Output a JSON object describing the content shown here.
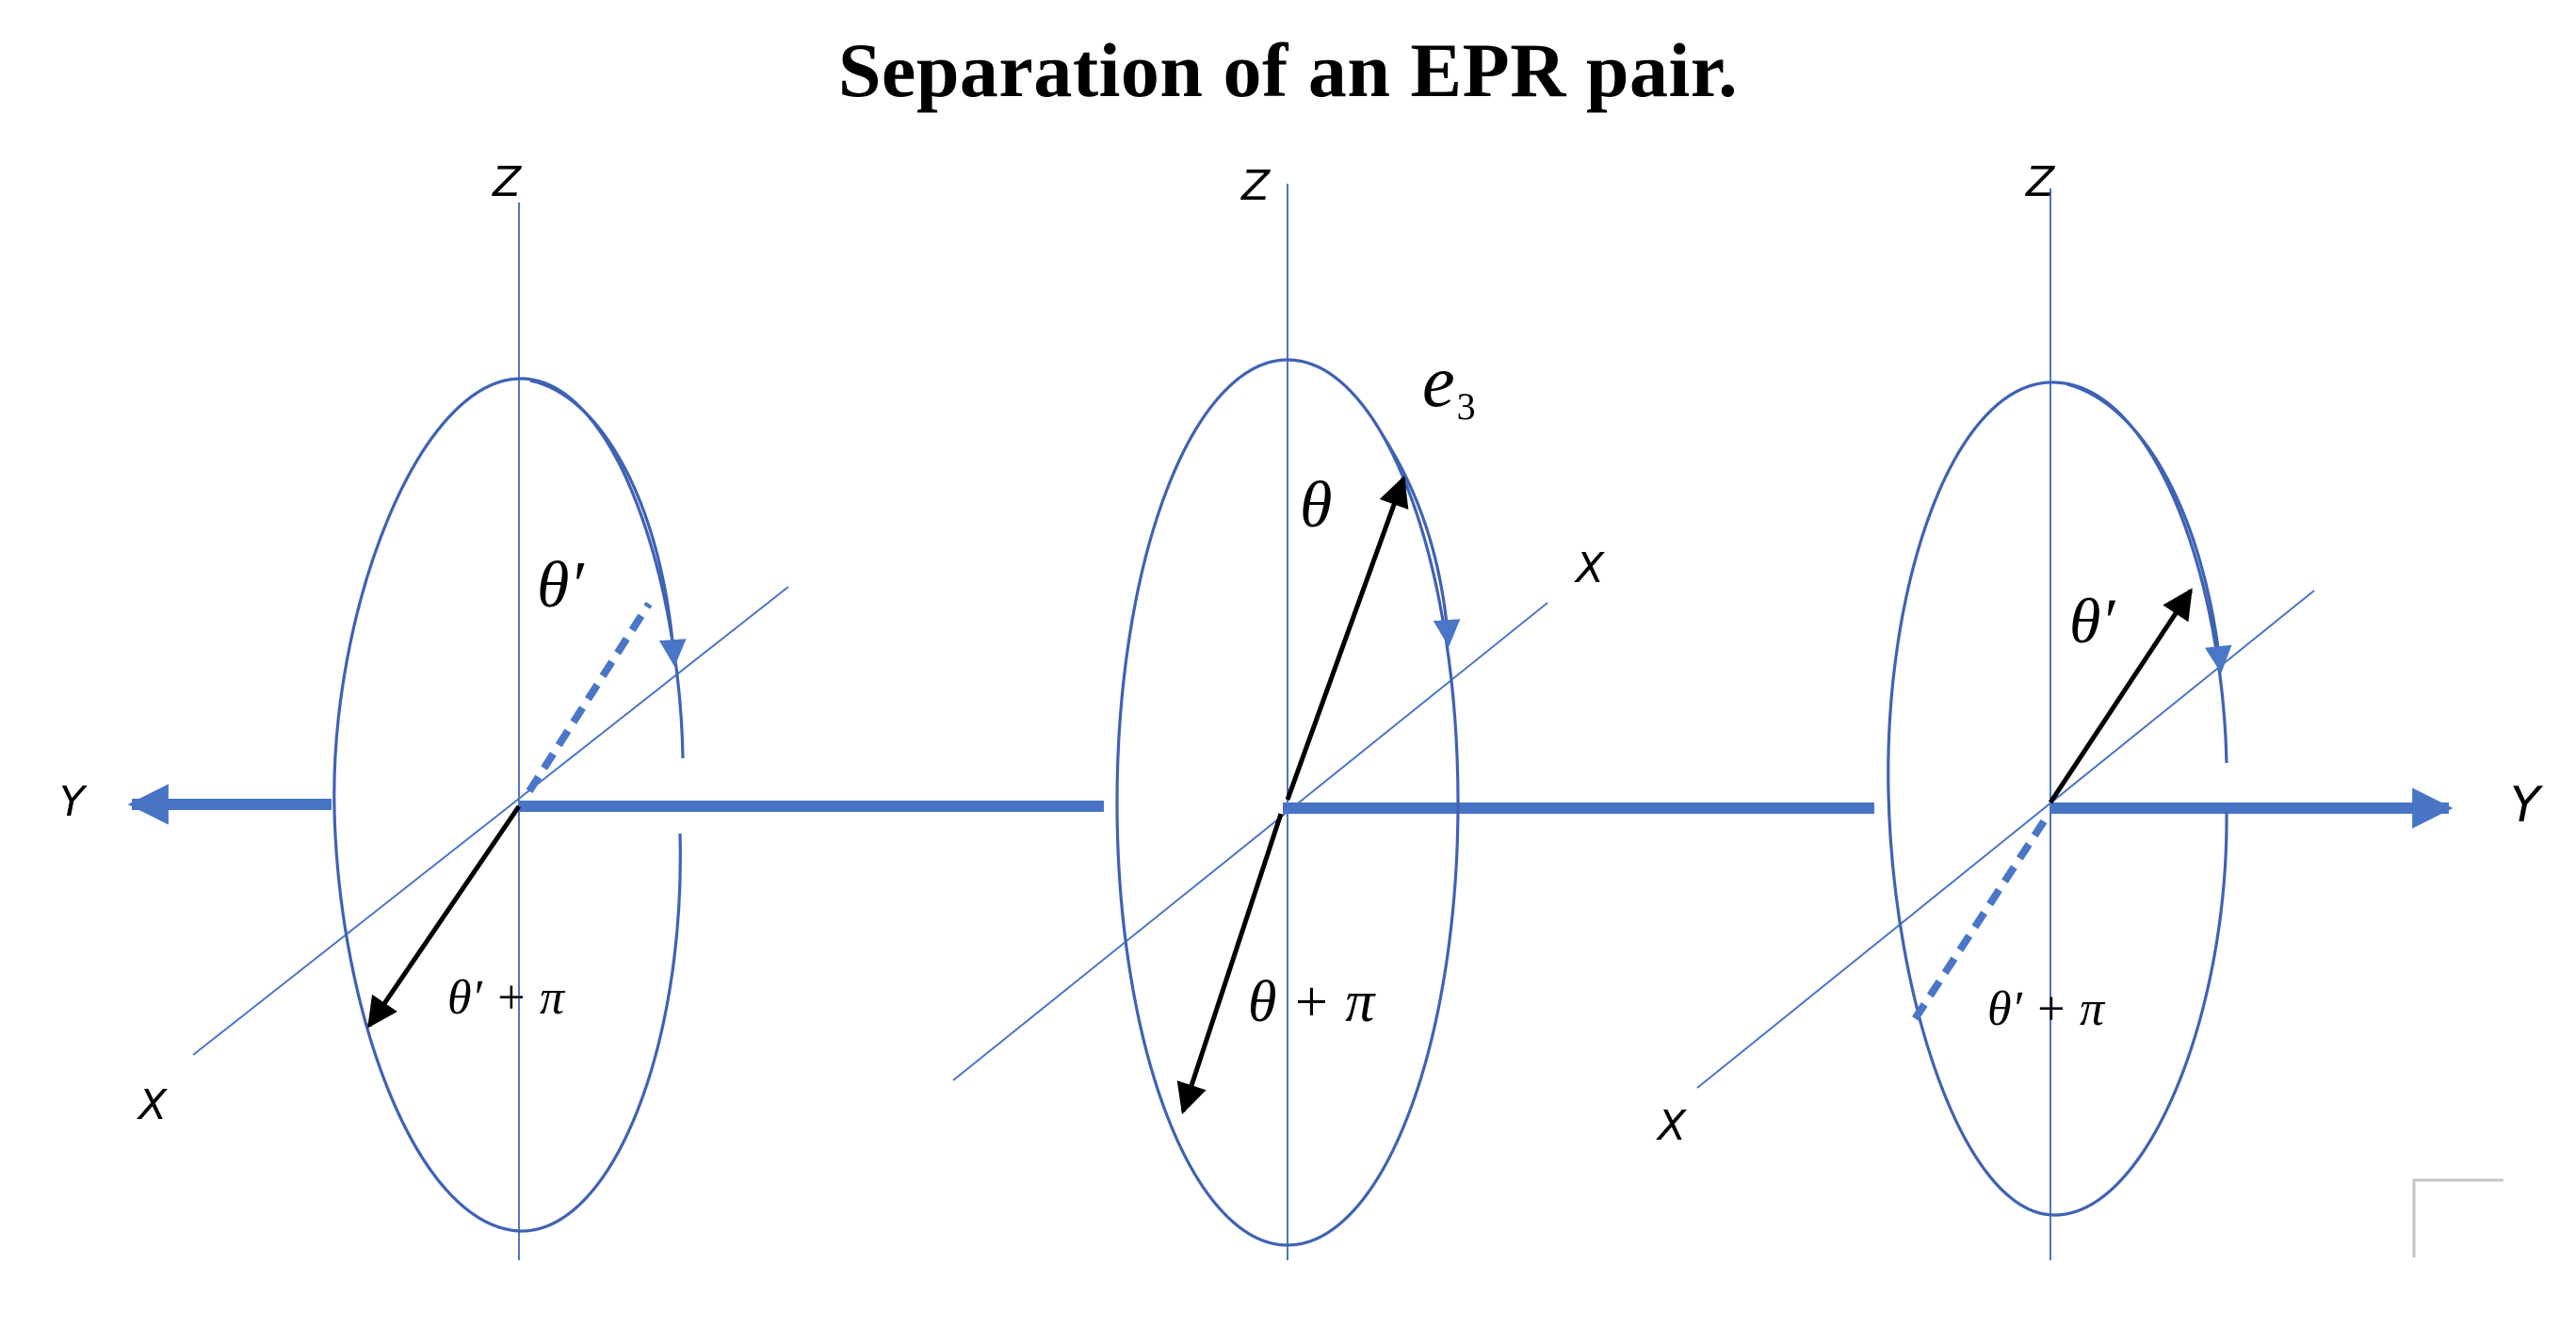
{
  "title": "Separation of an EPR pair.",
  "colors": {
    "axis": "#4a76c8",
    "circle": "#3e62b4",
    "vector": "#000000"
  },
  "panels": [
    {
      "z_label": "Z",
      "x_label": "X",
      "y_label": "Y",
      "upper_angle": "θ′",
      "lower_angle": "θ′ + π"
    },
    {
      "z_label": "Z",
      "x_label": "X",
      "vector_label": "e",
      "vector_subscript": "3",
      "upper_angle": "θ",
      "lower_angle": "θ + π"
    },
    {
      "z_label": "Z",
      "x_label": "X",
      "y_label": "Y",
      "upper_angle": "θ′",
      "lower_angle": "θ′ + π"
    }
  ]
}
